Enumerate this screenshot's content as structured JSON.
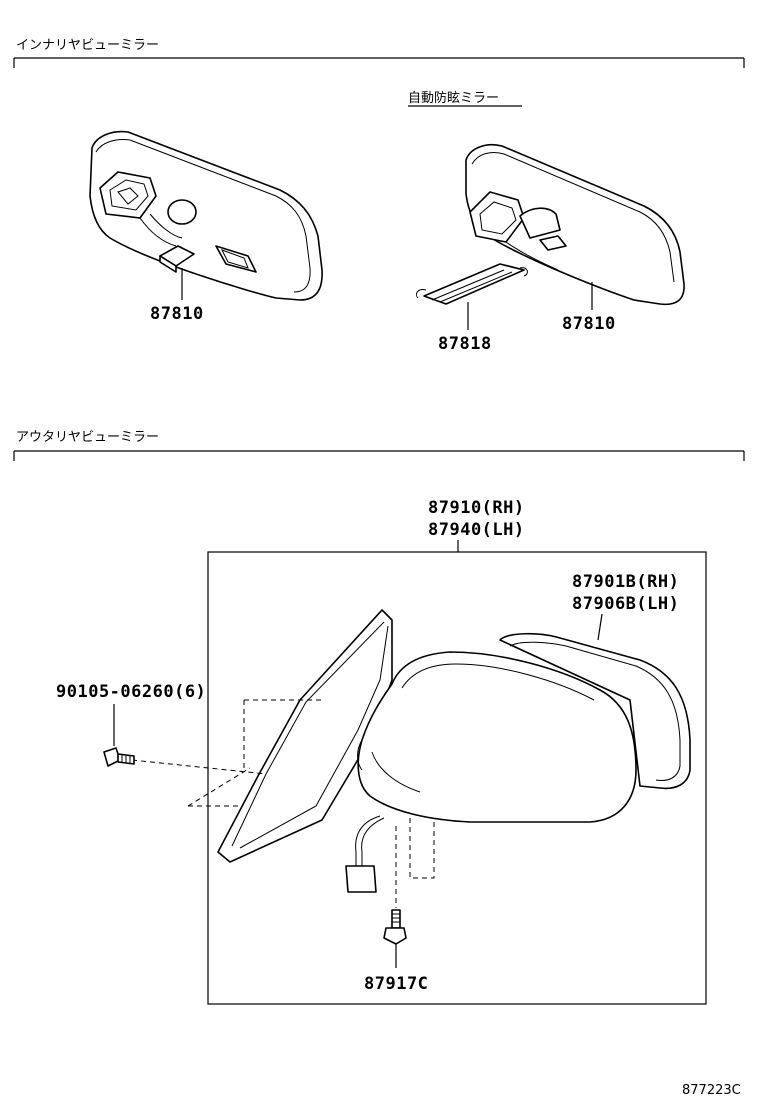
{
  "sections": {
    "inner": {
      "title": "インナリヤビューミラー"
    },
    "outer": {
      "title": "アウタリヤビューミラー"
    }
  },
  "inner": {
    "auto_dimming_label": "自動防眩ミラー",
    "left_mirror_part": "87810",
    "right_mirror_part": "87810",
    "clip_part": "87818"
  },
  "outer": {
    "assembly_rh": "87910(RH)",
    "assembly_lh": "87940(LH)",
    "glass_rh": "87901B(RH)",
    "glass_lh": "87906B(LH)",
    "screw_part": "90105-06260(6)",
    "bottom_screw_part": "87917C"
  },
  "illustration_id": "877223C"
}
